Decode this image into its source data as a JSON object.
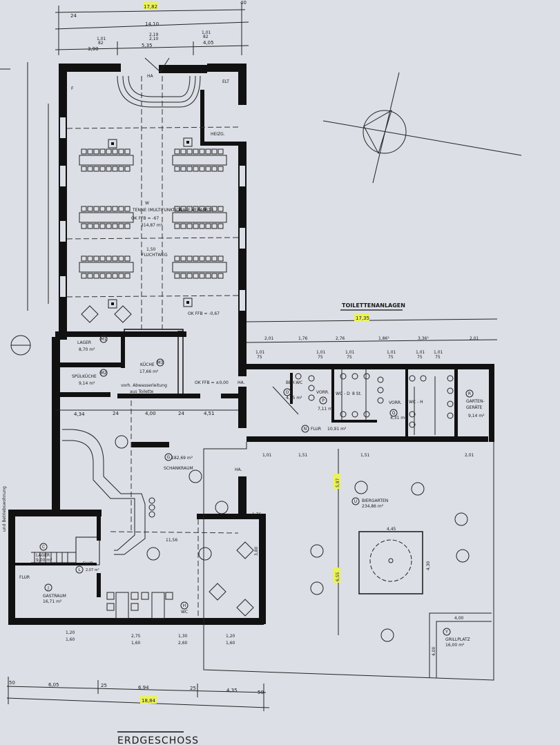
{
  "plan": {
    "title": "ERDGESCHOSS",
    "side_note": "und Betriebswohnung",
    "toilet_section_title": "TOILETTENANLAGEN"
  },
  "rooms": {
    "tenne": {
      "id": "W",
      "name": "TENNE (MULTIFUNKTIONALE VERANST.)",
      "level": "OK FFB = -67",
      "area": "314,87 m²"
    },
    "tenne_level": "OK FFB = -0,67",
    "fluchtweg": {
      "width": "1,50",
      "label": "FLUCHTWEG"
    },
    "foyer_id": "F",
    "elt": "ELT",
    "heizg": "HEIZG.",
    "ha_top": "HA",
    "lager": {
      "id": "M1",
      "name": "LAGER",
      "area": "8,70 m²"
    },
    "spuelkueche": {
      "id": "M2",
      "name": "SPÜLKÜCHE",
      "area": "9,14 m²"
    },
    "kueche": {
      "id": "M3",
      "name": "KÜCHE",
      "area": "17,66 m²"
    },
    "abwasser": {
      "line1": "vorh. Abwasserleitung",
      "line2": "aus Toilette"
    },
    "ground_level": "OK FFB = ±0,00",
    "ha_mid": "HA.",
    "ha_low": "HA.",
    "schankraum": {
      "id": "G",
      "name": "SCHANKRAUM",
      "area": "182,69 m²"
    },
    "lager2": {
      "id": "C",
      "name": "LAGER",
      "area": "9,00 m²"
    },
    "flur_small": {
      "id": "L",
      "name": "FLUR",
      "area": "2,07 m²"
    },
    "flur_entry": "FLUR",
    "gastraum": {
      "id": "J",
      "name": "GASTRAUM",
      "area": "16,71 m²"
    },
    "wc_small": {
      "id": "H",
      "name": "WC"
    },
    "beh_wc": {
      "id": "O",
      "name": "BEH.WC",
      "area": "4,65 m²"
    },
    "vorr1": {
      "id": "P",
      "name": "VORR.",
      "area": "7,11 m²"
    },
    "wc_d": {
      "name": "WC - D",
      "note": "8 St."
    },
    "vorr2": {
      "id": "Q",
      "name": "VORR.",
      "area": "4,31 m²"
    },
    "wc_h": {
      "name": "WC - H"
    },
    "garten": {
      "id": "R",
      "name1": "GARTEN-",
      "name2": "GERÄTE",
      "area": "9,14 m²"
    },
    "flur_toilet": {
      "id": "N",
      "name": "FLUR",
      "area": "10,91 m²"
    },
    "biergarten": {
      "id": "U",
      "name": "BIERGARTEN",
      "area": "234,86 m²"
    },
    "grillplatz": {
      "id": "Y",
      "name": "GRILLPLATZ",
      "area": "16,00 m²"
    }
  },
  "dimensions": {
    "top_total": "17,82",
    "top_24": "24",
    "top_40": "40",
    "top_inner": "14,10",
    "top_a": "3,90",
    "top_b": "5,35",
    "top_c": "4,05",
    "win_a": "1,01",
    "win_a2": "82",
    "win_b": "2,19",
    "win_b2": "2,10",
    "win_c": "1,01",
    "win_c2": "82",
    "toilet_total": "17,35",
    "toilet_segments": [
      "2,01",
      "1,76",
      "2,76",
      "1,86⁵",
      "3,36⁵",
      "2,01"
    ],
    "toilet_windows": [
      "1,01",
      "1,01",
      "1,01",
      "1,01",
      "1,01",
      "1,01"
    ],
    "toilet_windows_sub": "75",
    "mid_a": "4,34",
    "mid_b": "24",
    "mid_c": "4,00",
    "mid_d": "24",
    "mid_e": "4,51",
    "low_win1": "1,20",
    "low_win1b": "1,60",
    "low_win2": "2,75",
    "low_win2b": "1,60",
    "low_win3": "1,30",
    "low_win3b": "2,60",
    "low_win4": "1,20",
    "low_win4b": "1,60",
    "bottom_a": "6,05",
    "bottom_b": "6,94",
    "bottom_c": "4,35",
    "bottom_25a": "25",
    "bottom_25b": "25",
    "bottom_50a": "50",
    "bottom_50b": "50",
    "bottom_total": "18,84",
    "bier_a": "5,97",
    "bier_b": "6,55",
    "fountain_w": "4,45",
    "fountain_h": "4,30",
    "grill_w": "4,00",
    "grill_h": "4,00",
    "width_176": "1,76",
    "width_380": "3,80",
    "width_1156": "11,56",
    "flur_151a": "1,51",
    "flur_151b": "1,51",
    "flur_101": "1,01",
    "flur_201": "2,01"
  },
  "colors": {
    "wall": "#111111",
    "paper": "#dcdfe6",
    "highlight": "#eaf25a"
  }
}
